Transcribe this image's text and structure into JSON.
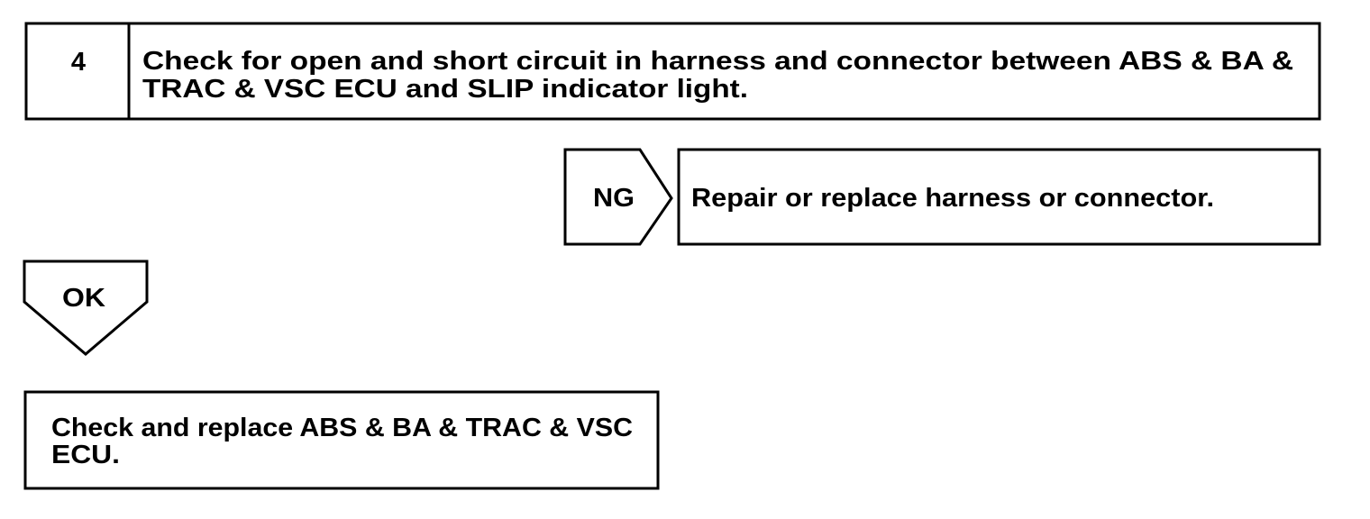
{
  "step": {
    "number": "4",
    "title_lines": [
      "Check for open and short circuit in harness and connector between ABS & BA &",
      "TRAC & VSC ECU and SLIP indicator light."
    ]
  },
  "ng_branch": {
    "label": "NG",
    "action": "Repair or replace harness or connector."
  },
  "ok_branch": {
    "label": "OK",
    "action_lines": [
      "Check and replace ABS & BA & TRAC & VSC",
      "ECU."
    ]
  }
}
